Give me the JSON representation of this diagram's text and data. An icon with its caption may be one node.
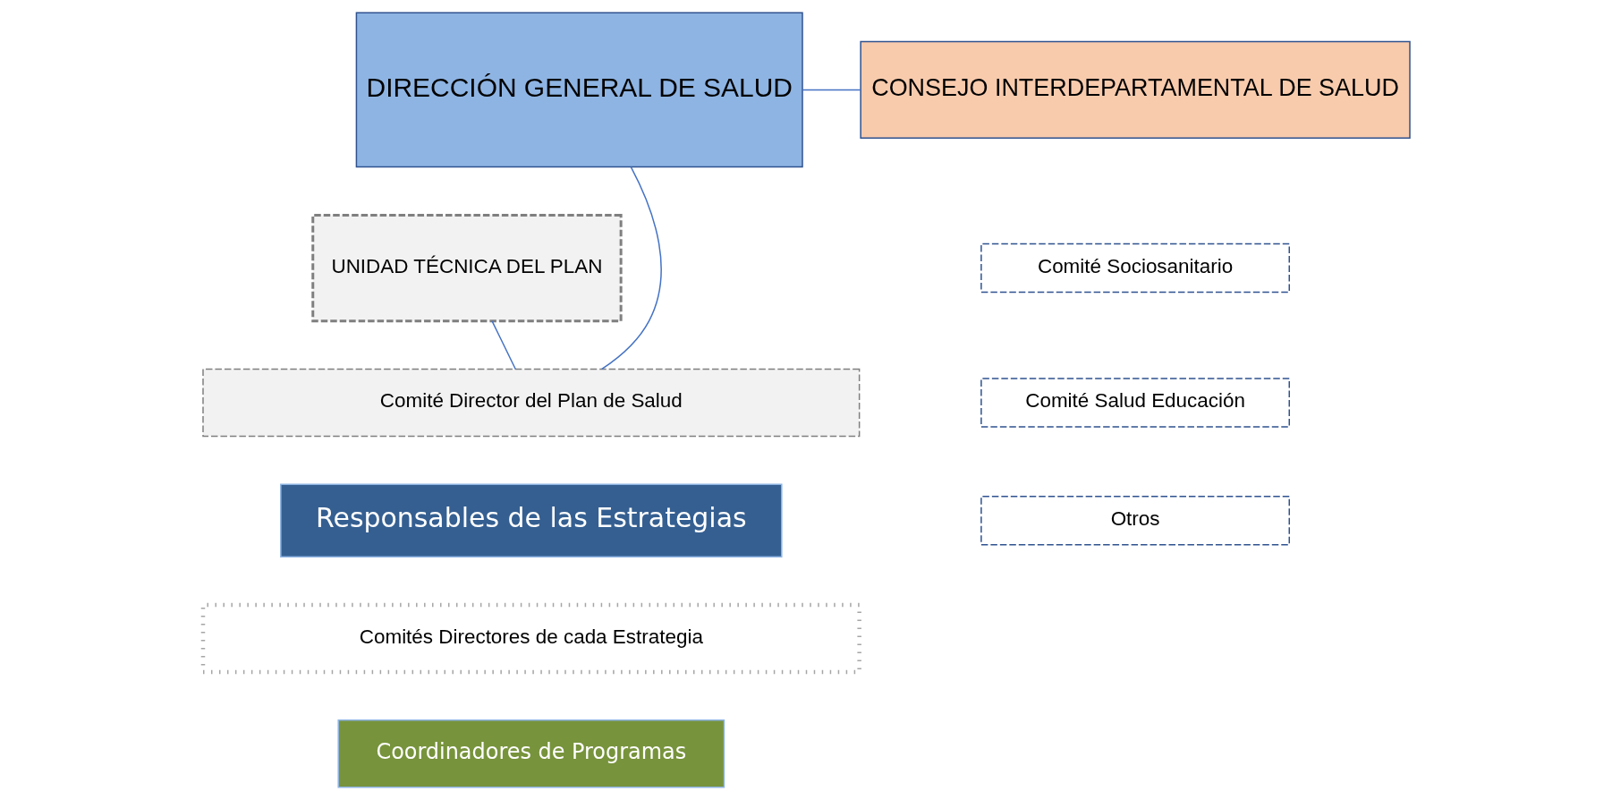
{
  "diagram": {
    "nodes": [
      {
        "text": [
          "DIRECCIÓN GENERAL DE SALUD"
        ]
      },
      {
        "text": [
          "CONSEJO INTERDEPARTAMENTAL DE SALUD"
        ]
      },
      {
        "text": [
          "UNIDAD TÉCNICA DEL PLAN"
        ]
      },
      {
        "text": [
          "Comité Sociosanitario"
        ]
      },
      {
        "text": [
          "Comité Salud Educación"
        ]
      },
      {
        "text": [
          "Otros"
        ]
      },
      {
        "text": [
          "Comité Director del Plan de Salud"
        ]
      },
      {
        "text": [
          "Responsables de las Estrategias"
        ]
      },
      {
        "text": [
          "Comités Directores de cada Estrategia"
        ]
      },
      {
        "text": [
          "Coordinadores de Programas"
        ]
      }
    ],
    "edges": [
      {
        "from": 0,
        "to": 1,
        "arrow": "none"
      },
      {
        "from": 0,
        "to": 6,
        "arrow": "none"
      },
      {
        "from": 2,
        "to": 6,
        "arrow": "none"
      }
    ]
  }
}
